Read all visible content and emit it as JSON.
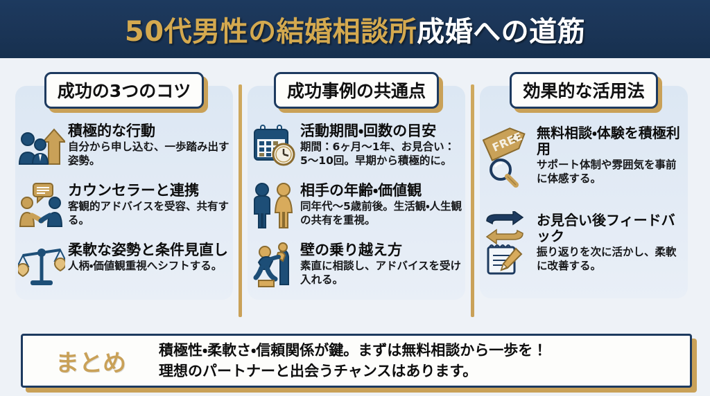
{
  "header": {
    "title_gold": "50代男性の結婚相談所",
    "title_white": "成婚への道筋"
  },
  "colors": {
    "navy": "#1d3a5f",
    "gold": "#c9a158",
    "panel": "#dce7f3",
    "page_bg": "#eef2f7",
    "text": "#0d0d0d"
  },
  "columns": [
    {
      "badge": "成功の3つのコツ",
      "items": [
        {
          "icon": "person-up-arrow-icon",
          "heading": "積極的な行動",
          "body": "自分から申し込む、一歩踏み出す姿勢。"
        },
        {
          "icon": "handshake-chat-icon",
          "heading": "カウンセラーと連携",
          "body": "客観的アドバイスを受容、共有する。"
        },
        {
          "icon": "balance-scale-hearts-icon",
          "heading": "柔軟な姿勢と条件見直し",
          "body": "人柄・価値観重視へシフトする。"
        }
      ]
    },
    {
      "badge": "成功事例の共通点",
      "items": [
        {
          "icon": "calendar-clock-icon",
          "heading": "活動期間・回数の目安",
          "body": "期間：6ヶ月〜1年、お見合い：5〜10回。早期から積極的に。"
        },
        {
          "icon": "man-woman-pair-icon",
          "heading": "相手の年齢・価値観",
          "body": "同年代〜5歳前後。生活観・人生観の共有を重視。"
        },
        {
          "icon": "climbing-wall-help-icon",
          "heading": "壁の乗り越え方",
          "body": "素直に相談し、アドバイスを受け入れる。"
        }
      ]
    },
    {
      "badge": "効果的な活用法",
      "items": [
        {
          "icon": "free-tag-magnifier-icon",
          "heading": "無料相談・体験を積極利用",
          "body": "サポート体制や雰囲気を事前に体感する。"
        },
        {
          "icon": "refresh-arrows-notepad-icon",
          "heading": "お見合い後フィードバック",
          "body": "振り返りを次に活かし、柔軟に改善する。"
        }
      ]
    }
  ],
  "summary": {
    "label": "まとめ",
    "line1": "積極性・柔軟さ・信頼関係が鍵。まずは無料相談から一歩を！",
    "line2": "理想のパートナーと出会うチャンスはあります。"
  }
}
